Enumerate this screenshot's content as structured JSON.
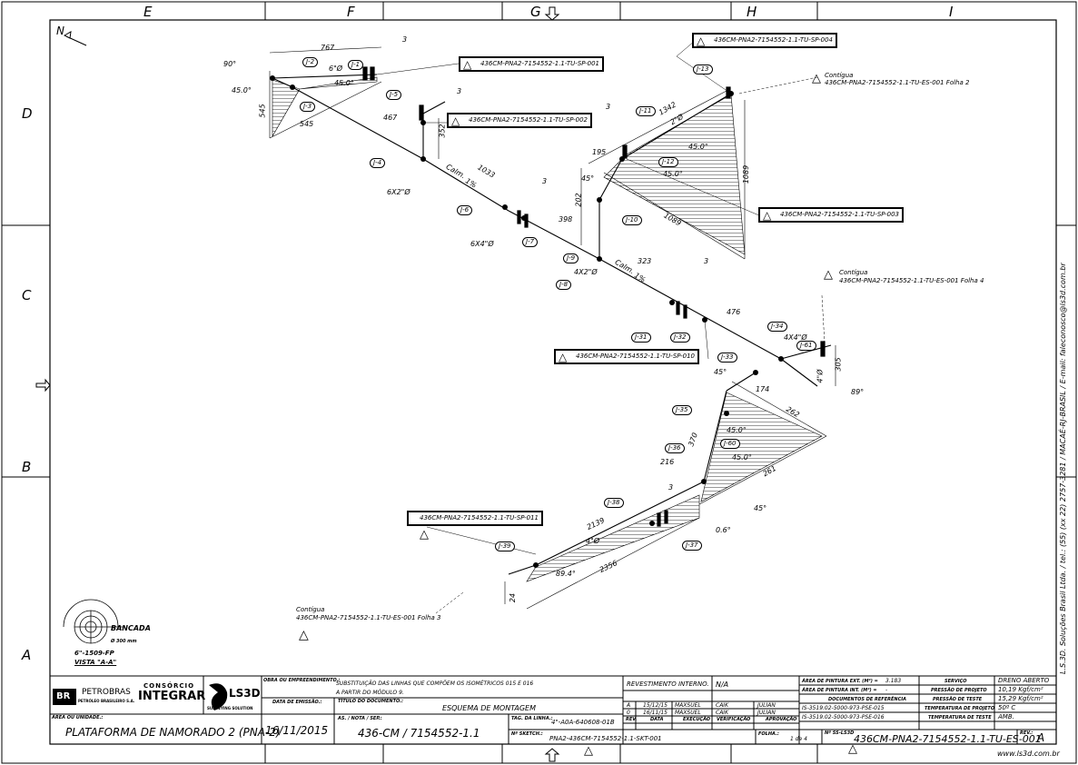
{
  "grid": {
    "cols": [
      "E",
      "F",
      "G",
      "H",
      "I"
    ],
    "rows": [
      "D",
      "C",
      "B",
      "A"
    ]
  },
  "north": "N",
  "joints": [
    "J-1",
    "J-2",
    "J-3",
    "J-4",
    "J-5",
    "J-6",
    "J-7",
    "J-8",
    "J-9",
    "J-10",
    "J-11",
    "J-12",
    "J-13",
    "J-31",
    "J-32",
    "J-33",
    "J-34",
    "J-35",
    "J-36",
    "J-37",
    "J-38",
    "J-39",
    "J-60",
    "J-61"
  ],
  "supports": [
    "436CM-PNA2-7154552-1.1-TU-SP-001",
    "436CM-PNA2-7154552-1.1-TU-SP-002",
    "436CM-PNA2-7154552-1.1-TU-SP-003",
    "436CM-PNA2-7154552-1.1-TU-SP-004",
    "436CM-PNA2-7154552-1.1-TU-SP-010",
    "436CM-PNA2-7154552-1.1-TU-SP-011"
  ],
  "continues": {
    "word": "Contígua",
    "folha2": "436CM-PNA2-7154552-1.1-TU-ES-001 Folha 2",
    "folha4": "436CM-PNA2-7154552-1.1-TU-ES-001 Folha 4",
    "folha3": "436CM-PNA2-7154552-1.1-TU-ES-001 Folha 3"
  },
  "revision_letter": "A",
  "dims": {
    "d767": "767",
    "d545a": "545",
    "d545b": "545",
    "d467": "467",
    "d352": "352",
    "d1033": "1033",
    "d398": "398",
    "d323": "323",
    "d476": "476",
    "d1342": "1342",
    "d195": "195",
    "d202": "202",
    "d1089a": "1089",
    "d1089b": "1089",
    "d174": "174",
    "d262": "262",
    "d261": "261",
    "d370": "370",
    "d216": "216",
    "d2139": "2139",
    "d2356": "2356",
    "d24": "24",
    "d305": "305",
    "d3": "3"
  },
  "angles": {
    "a90": "90°",
    "a45": "45.0°",
    "a45s": "45°",
    "a89": "89°",
    "a89_4": "89.4°",
    "a0_6": "0.6°"
  },
  "pipe_sizes": {
    "s6": "6\"Ø",
    "s6x2": "6X2\"Ø",
    "s6x4": "6X4\"Ø",
    "s4x2": "4X2\"Ø",
    "s2": "2\"Ø",
    "s4x4": "4X4\"Ø",
    "s4": "4\"Ø"
  },
  "slope": {
    "cal": "Calm.",
    "pct": "1%"
  },
  "bancada": {
    "label": "BANCADA",
    "flange": "6\"-1509-FP",
    "view": "VISTA \"A-A\"",
    "dim": "Ø 300 mm"
  },
  "side_text": "L.S.3D. Soluções Brasil Ltda. / tel.: (55) (xx 22) 2757-3281 / MACAÉ-RJ-BRASIL / E-mail: faleconosco@ls3d.com.br",
  "title_block": {
    "client": "PETROBRAS",
    "client_sub": "PETRÓLEO BRASILEIRO S.A.",
    "consortium_top": "CONSÓRCIO",
    "consortium": "INTEGRAR",
    "ls3d": "LS3D",
    "ls3d_sub": "SURVEYING SOLUTION",
    "obra_label": "OBRA OU EMPREENDIMENTO.:",
    "obra_value": "SUBSTITUIÇÃO DAS LINHAS QUE COMPÕEM OS ISOMÉTRICOS 015 E 016",
    "obra_value2": "A PARTIR DO MÓDULO 9.",
    "data_emissao_label": "DATA DE EMISSÃO.:",
    "titulo_label": "TÍTULO DO DOCUMENTO.:",
    "titulo_value": "ESQUEMA DE MONTAGEM",
    "area_label": "ÁREA OU UNIDADE.:",
    "area_value": "PLATAFORMA DE NAMORADO 2 (PNA-2)",
    "data_value": "16/11/2015",
    "as_label": "AS. / NOTA / SEP.:",
    "as_value": "436-CM / 7154552-1.1",
    "revest_label": "REVESTIMENTO INTERNO.",
    "revest_value": "N/A",
    "rev_rows": [
      {
        "rev": "A",
        "data": "15/12/15",
        "exec": "MAXSUEL",
        "verif": "CAIK",
        "aprov": "JULIAN"
      },
      {
        "rev": "0",
        "data": "16/11/15",
        "exec": "MAXSUEL",
        "verif": "CAIK",
        "aprov": "JULIAN"
      }
    ],
    "rev_headers": {
      "rev": "REV.",
      "data": "DATA",
      "exec": "EXECUÇÃO",
      "verif": "VERIFICAÇÃO",
      "aprov": "APROVAÇÃO"
    },
    "tag_label": "TAG. DA LINHA.:",
    "tag_value": "4\"-A0A-640608-01B",
    "sketch_label": "Nº SKETCH.:",
    "sketch_value": "PNA2-436CM-7154552-1.1-SKT-001",
    "pintura_ext_label": "ÁREA DE PINTURA EXT. (M²) =",
    "pintura_ext_value": "3.183",
    "pintura_int_label": "ÁREA DE PINTURA INT. (M²) =",
    "pintura_int_value": "-",
    "docs_label": "DOCUMENTOS DE REFERÊNCIA",
    "doc1": "IS-3519.02-5000-973-PSE-015",
    "doc2": "IS-3519.02-5000-973-PSE-016",
    "folha_label": "FOLHA.:",
    "folha_value": "1  de 4",
    "nls3d_label": "Nº SS-LS3D",
    "doc_number": "436CM-PNA2-7154552-1.1-TU-ES-001",
    "rev_label": "REV.:",
    "rev_value": "A",
    "servico_label": "SERVIÇO",
    "servico_value": "DRENO ABERTO",
    "p_projeto_label": "PRESSÃO DE PROJETO",
    "p_projeto_value": "10,19 Kgf/cm²",
    "p_teste_label": "PRESSÃO DE TESTE",
    "p_teste_value": "15,29 Kgf/cm²",
    "t_projeto_label": "TEMPERATURA DE PROJETO",
    "t_projeto_value": "50º C",
    "t_teste_label": "TEMPERATURA DE TESTE",
    "t_teste_value": "AMB.",
    "website": "www.ls3d.com.br"
  }
}
